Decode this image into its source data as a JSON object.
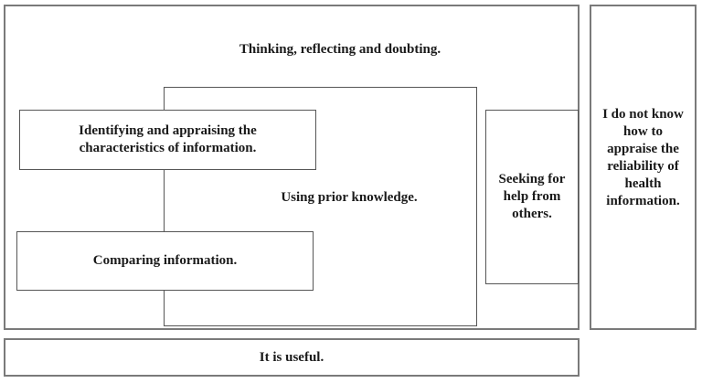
{
  "figure": {
    "outer_panel": {
      "header": "Thinking, reflecting and doubting.",
      "identifying_box": "Identifying and appraising the characteristics of information.",
      "prior_knowledge_label": "Using prior knowledge.",
      "comparing_box": "Comparing information.",
      "seeking_box": "Seeking for help from others."
    },
    "right_panel": {
      "label": "I do not know how to appraise the reliability of health information."
    },
    "bottom_panel": {
      "label": "It is useful."
    },
    "colors": {
      "panel_border": "#7a7a7a",
      "box_border": "#565656",
      "text": "#1a1a1a",
      "background": "#ffffff"
    }
  }
}
